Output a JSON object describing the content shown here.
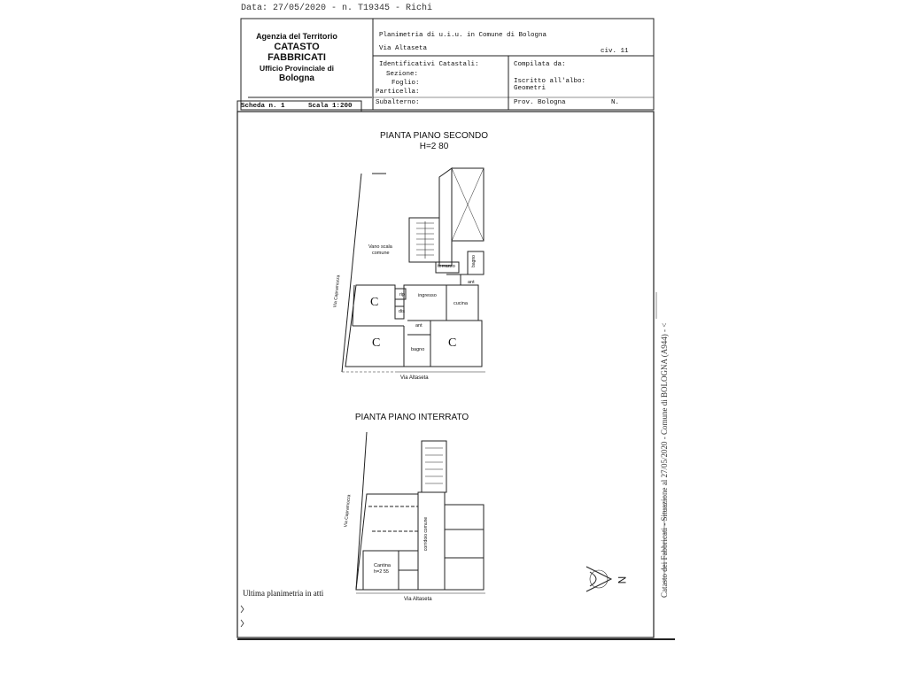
{
  "stamp": {
    "top": "Data: 27/05/2020 - n. T19345 - Richi"
  },
  "header": {
    "agency": "Agenzia del Territorio",
    "catasto": "CATASTO FABBRICATI",
    "ufficio": "Ufficio Provinciale di",
    "city": "Bologna",
    "planimetria": "Planimetria di u.i.u. in Comune di Bologna",
    "via": "Via Altaseta",
    "civ": "civ. 11",
    "identificativi": "Identificativi Catastali:",
    "sezione": "Sezione:",
    "foglio": "Foglio:",
    "particella": "Particella:",
    "subalterno": "Subalterno:",
    "compilata": "Compilata da:",
    "iscritto": "Iscritto all'albo:",
    "geometri": "Geometri",
    "prov": "Prov. Bologna",
    "n": "N.",
    "scheda": "Scheda n. 1",
    "scala": "Scala 1:200"
  },
  "plan_second": {
    "title": "PIANTA PIANO SECONDO",
    "height": "H=2 80",
    "rooms": {
      "vano_scala_1": "Vano scala",
      "vano_scala_2": "comune",
      "terrazzo": "terrazzo",
      "bagno_top": "bagno",
      "ant_top": "ant",
      "rip": "rip",
      "ingresso": "ingresso",
      "cucina": "cucina",
      "dis": "dis",
      "ant_bottom": "ant",
      "bagno_bottom": "bagno",
      "c1": "C",
      "c2": "C",
      "c3": "C"
    },
    "street_left": "Via Capramozza",
    "street_bottom": "Via Altaseta"
  },
  "plan_basement": {
    "title": "PIANTA PIANO INTERRATO",
    "rooms": {
      "cantina": "Cantina",
      "cantina_h": "h=2 55",
      "corridoio": "corridoio comune"
    },
    "street_left": "Via Capramozza",
    "street_bottom": "Via Altaseta"
  },
  "footer": {
    "ultima": "Ultima planimetria in atti"
  },
  "side": {
    "text": "Catasto dei Fabbricati - Situazione al 27/05/2020 - Comune di BOLOGNA (A944) - <",
    "north": "N"
  }
}
